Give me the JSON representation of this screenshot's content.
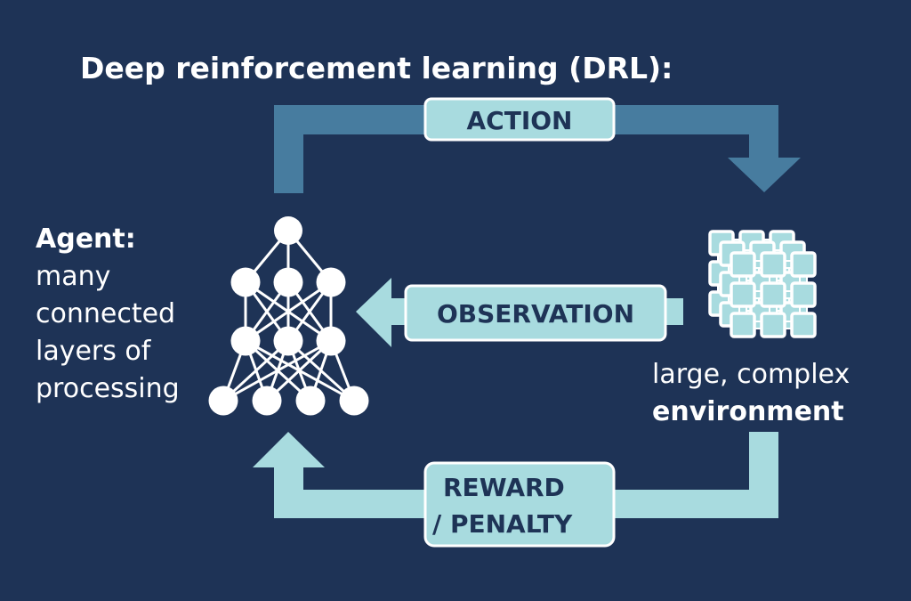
{
  "title": "Deep reinforcement learning (DRL):",
  "agent": {
    "heading": "Agent:",
    "lines": [
      "many",
      "connected",
      "layers of",
      "processing"
    ],
    "network_layers": [
      1,
      3,
      3,
      4
    ]
  },
  "environment": {
    "line1": "large, complex",
    "line2": "environment",
    "grid_layers": 3,
    "grid_size": 3
  },
  "arrows": {
    "action": {
      "label": "ACTION",
      "color": "#477c9f",
      "direction": "agent-to-environment"
    },
    "observation": {
      "label": "OBSERVATION",
      "color": "#a8dbdf",
      "direction": "environment-to-agent"
    },
    "reward": {
      "line1": "REWARD",
      "line2": "/ PENALTY",
      "color": "#a8dbdf",
      "direction": "environment-to-agent"
    }
  },
  "colors": {
    "background": "#1e3356",
    "teal": "#a8dbdf",
    "action_blue": "#477c9f",
    "white": "#ffffff",
    "label_text": "#1e3356"
  }
}
